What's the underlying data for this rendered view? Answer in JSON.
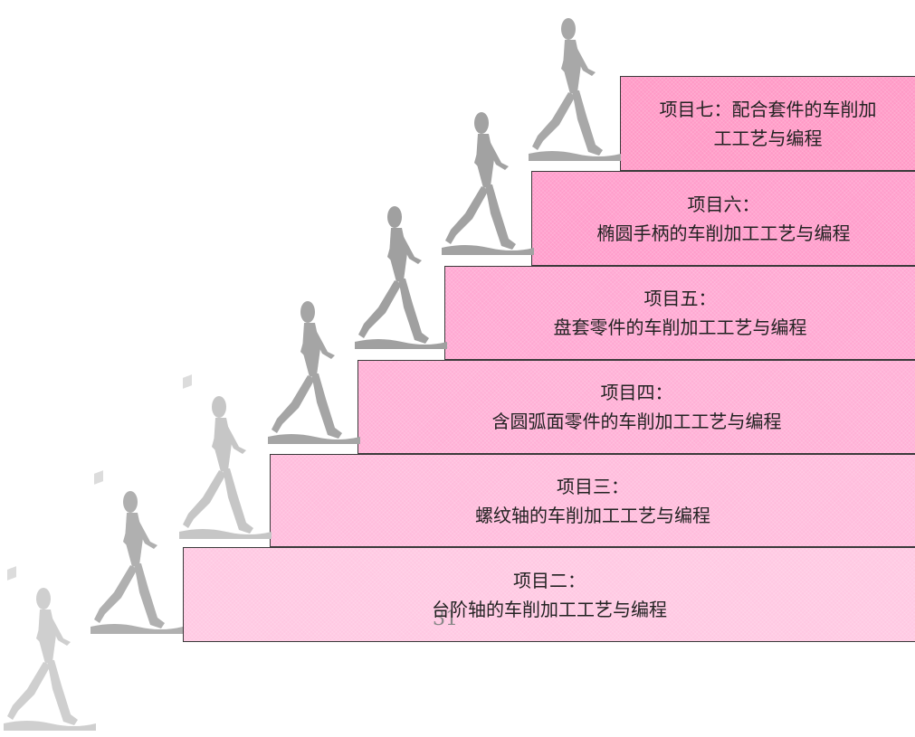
{
  "steps": [
    {
      "id": "step-2",
      "line1": "项目二：",
      "line2": "台阶轴的车削加工工艺与编程",
      "color": "#ffc8e2"
    },
    {
      "id": "step-3",
      "line1": "项目三：",
      "line2": "螺纹轴的车削加工工艺与编程",
      "color": "#ffbcdc"
    },
    {
      "id": "step-4",
      "line1": "项目四：",
      "line2": "含圆弧面零件的车削加工工艺与编程",
      "color": "#ffb0d6"
    },
    {
      "id": "step-5",
      "line1": "项目五：",
      "line2": "盘套零件的车削加工工艺与编程",
      "color": "#ffa8d2"
    },
    {
      "id": "step-6",
      "line1": "项目六：",
      "line2": "椭圆手柄的车削加工工艺与编程",
      "color": "#ff9dcb"
    },
    {
      "id": "step-7",
      "line1": "项目七：配合套件的车削加",
      "line2": "工工艺与编程",
      "color": "#ff99c6"
    }
  ],
  "page_number": "31",
  "runner_colors": [
    "#c8c8c8",
    "#a8a8a8",
    "#9a9a9a"
  ]
}
